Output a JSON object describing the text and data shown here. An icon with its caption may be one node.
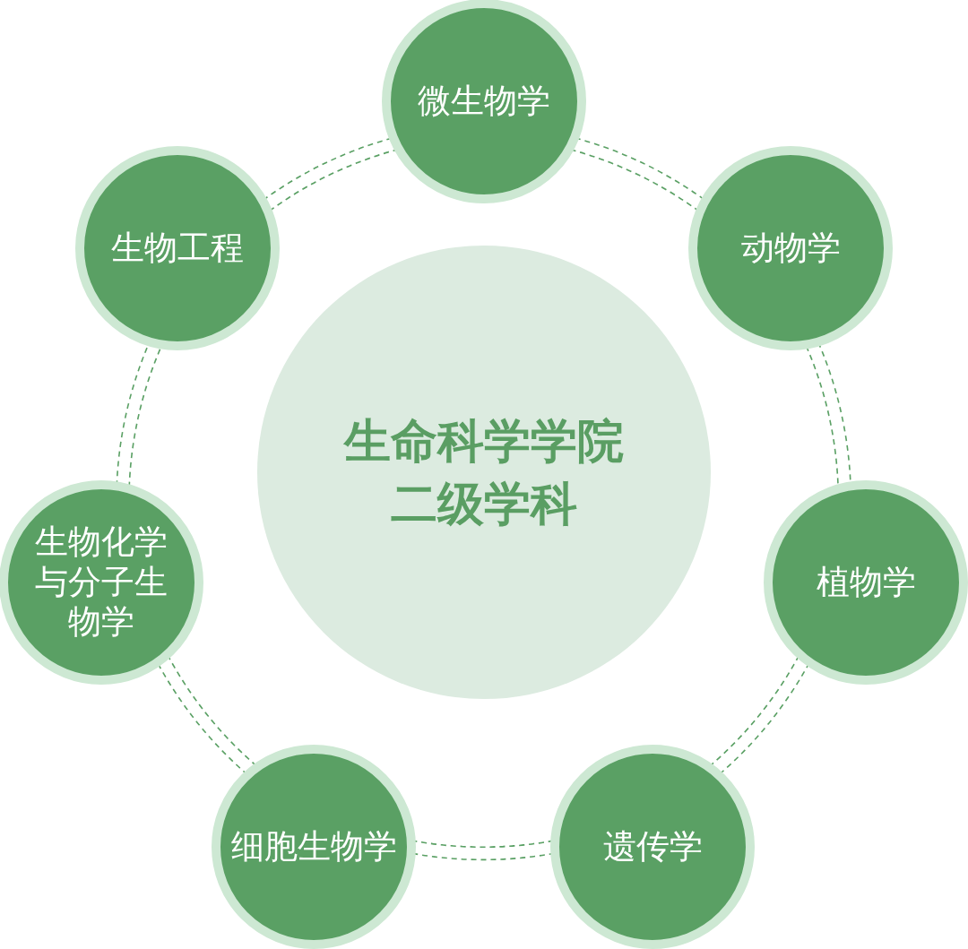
{
  "diagram": {
    "nodes": [
      {
        "text": [
          "生命科学学院二级学科"
        ]
      },
      {
        "text": [
          "微生物学"
        ]
      },
      {
        "text": [
          "动物学"
        ]
      },
      {
        "text": [
          "植物学"
        ]
      },
      {
        "text": [
          "遗传学"
        ]
      },
      {
        "text": [
          "细胞生物学"
        ]
      },
      {
        "text": [
          "生物化学与分子生物学"
        ]
      },
      {
        "text": [
          "生物工程"
        ]
      }
    ],
    "edges": [
      {
        "from": 1,
        "to": 2,
        "arrow": "none",
        "style": "dashed"
      },
      {
        "from": 2,
        "to": 3,
        "arrow": "none",
        "style": "dashed"
      },
      {
        "from": 3,
        "to": 4,
        "arrow": "none",
        "style": "dashed"
      },
      {
        "from": 4,
        "to": 5,
        "arrow": "none",
        "style": "dashed"
      },
      {
        "from": 5,
        "to": 6,
        "arrow": "none",
        "style": "dashed"
      },
      {
        "from": 6,
        "to": 7,
        "arrow": "none",
        "style": "dashed"
      },
      {
        "from": 7,
        "to": 1,
        "arrow": "none",
        "style": "dashed"
      }
    ]
  }
}
